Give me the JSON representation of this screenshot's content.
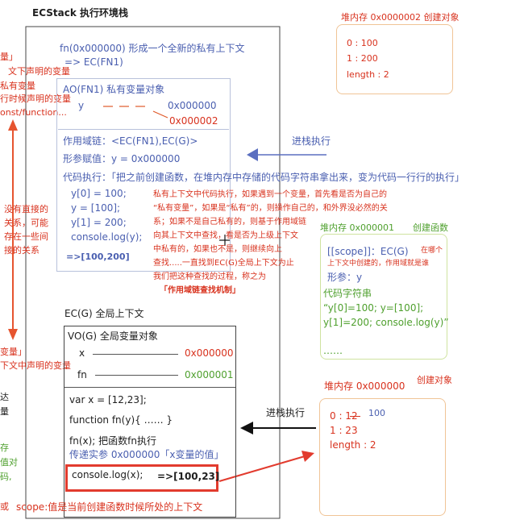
{
  "title": "ECStack   执行环境栈",
  "left_fragments": {
    "f1": "量」",
    "f2": "文下声明的变量",
    "f3": "私有变量",
    "f4": "行时候声明的变量",
    "f5": "onst/function...",
    "f6": "没有直接的",
    "f7": "关系，可能",
    "f8": "存在一些间",
    "f9": "接的关系",
    "f10": "变量」",
    "f11": "下文中声明的变量",
    "f12": "达",
    "f13": "量",
    "f14": "存",
    "f15": "值对",
    "f16": "码,",
    "f17": "或"
  },
  "fn_ec": {
    "line1": "fn(0x000000) 形成一个全新的私有上下文",
    "line2": "=> EC(FN1)",
    "ao_title": "AO(FN1) 私有变量对象",
    "y_label": "y",
    "y_addr1": "0x000000",
    "y_addr2": "0x000002",
    "scope_chain": "作用域链：<EC(FN1),EC(G)>",
    "param": "形参赋值：y = 0x000000",
    "exec": "代码执行：「把之前创建函数，在堆内存中存储的代码字符串拿出来，变为代码一行行的执行」",
    "code": [
      "y[0] = 100;",
      "y = [100];",
      "y[1] = 200;",
      "console.log(y);"
    ],
    "result": "=>[100,200]"
  },
  "explain": {
    "lines": [
      "私有上下文中代码执行，如果遇到一个变量，首先看是否为自己的",
      "“私有变量”，如果是“私有”的，则操作自己的，和外界没必然的关",
      "系；如果不是自己私有的，则基于作用域链",
      "向其上下文中查找，看是否为上级上下文",
      "中私有的，如果也不是，则继续向上",
      "查找.....一直找到EC(G)全局上下文为止",
      "我们把这种查找的过程，称之为"
    ],
    "term": "「作用域链查找机制」"
  },
  "heap2": {
    "title": "堆内存 0x0000002 创建对象",
    "items": [
      "0 : 100",
      "1 :  200",
      "length : 2"
    ]
  },
  "heap1": {
    "title": "堆内存 0x000001",
    "label": "创建函数",
    "scope": "[[scope]]：EC(G)",
    "scope_note1": "在哪个",
    "scope_note2": "上下文中创建的，作用域就是谁",
    "param": "形参：y",
    "code_title": "代码字符串",
    "code1": "“y[0]=100; y=[100];",
    "code2": "y[1]=200; console.log(y)”",
    "dots": "……"
  },
  "heap0": {
    "title": "堆内存 0x000000",
    "label": "创建对象",
    "item0": "0 : 12",
    "new_val": "100",
    "item1": "1 : 23",
    "item2": "length : 2"
  },
  "ecg": {
    "title": "EC(G) 全局上下文",
    "vo_title": "VO(G) 全局变量对象",
    "x_label": "x",
    "x_addr": "0x000000",
    "fn_label": "fn",
    "fn_addr": "0x000001",
    "code1": "var x = [12,23];",
    "code2": "function fn(y){ …… }",
    "code3": "fn(x);  把函数fn执行",
    "code4": "传递实参 0x000000「x变量的值」",
    "code5": "console.log(x);",
    "result": "=>[100,23]"
  },
  "arrow_labels": {
    "push1": "进栈执行",
    "push2": "进栈执行"
  },
  "scope_note": "scope:值是当前创建函数时候所处的上下文",
  "colors": {
    "blue": "#4a5fb0",
    "red": "#d8321e",
    "green": "#4fa02e",
    "orange_border": "#f0c496",
    "green_border": "#cfe3a0",
    "blue_border": "#b8c1db"
  },
  "icons": [
    "arrow-left-icon",
    "arrow-right-icon",
    "double-arrow-icon",
    "cursor-icon"
  ]
}
